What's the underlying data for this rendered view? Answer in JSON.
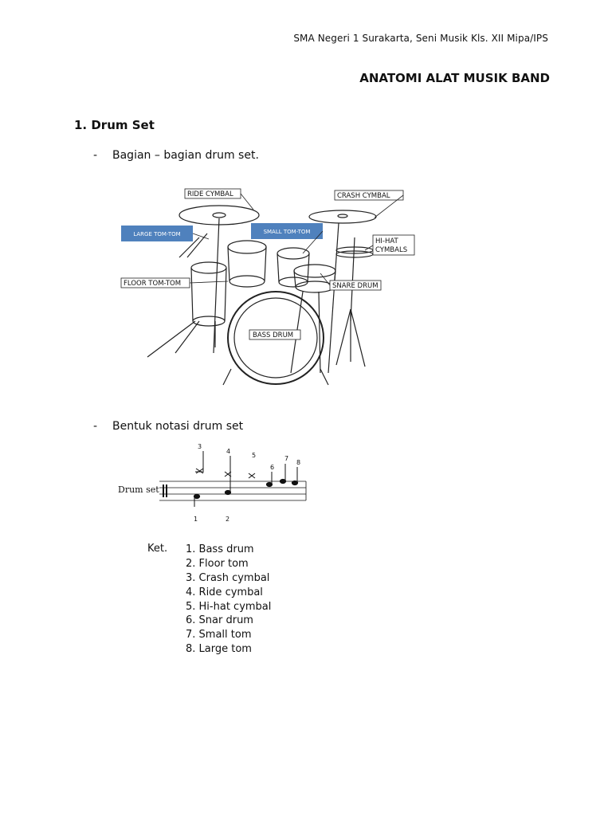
{
  "header": {
    "text": "SMA Negeri 1 Surakarta, Seni Musik Kls. XII Mipa/IPS"
  },
  "title": "ANATOMI ALAT MUSIK BAND",
  "section": {
    "heading": "1. Drum Set"
  },
  "bullets": [
    {
      "dash": "-",
      "text": "Bagian – bagian drum set."
    },
    {
      "dash": "-",
      "text": "Bentuk notasi drum set"
    }
  ],
  "drum_diagram": {
    "labels": {
      "ride_cymbal": "RIDE CYMBAL",
      "crash_cymbal": "CRASH CYMBAL",
      "hihat_line1": "HI-HAT",
      "hihat_line2": "CYMBALS",
      "large_tom": "LARGE TOM-TOM",
      "small_tom": "SMALL TOM-TOM",
      "floor_tom": "FLOOR TOM-TOM",
      "snare_drum": "SNARE DRUM",
      "bass_drum": "BASS DRUM"
    },
    "highlight_color": "#4f81bd"
  },
  "notation": {
    "staff_label": "Drum set",
    "numbers": [
      "1",
      "2",
      "3",
      "4",
      "5",
      "6",
      "7",
      "8"
    ]
  },
  "ket": {
    "label": "Ket.",
    "items": [
      "1. Bass drum",
      "2. Floor tom",
      "3. Crash cymbal",
      "4. Ride cymbal",
      "5. Hi-hat cymbal",
      "6. Snar drum",
      "7. Small tom",
      "8. Large tom"
    ]
  }
}
